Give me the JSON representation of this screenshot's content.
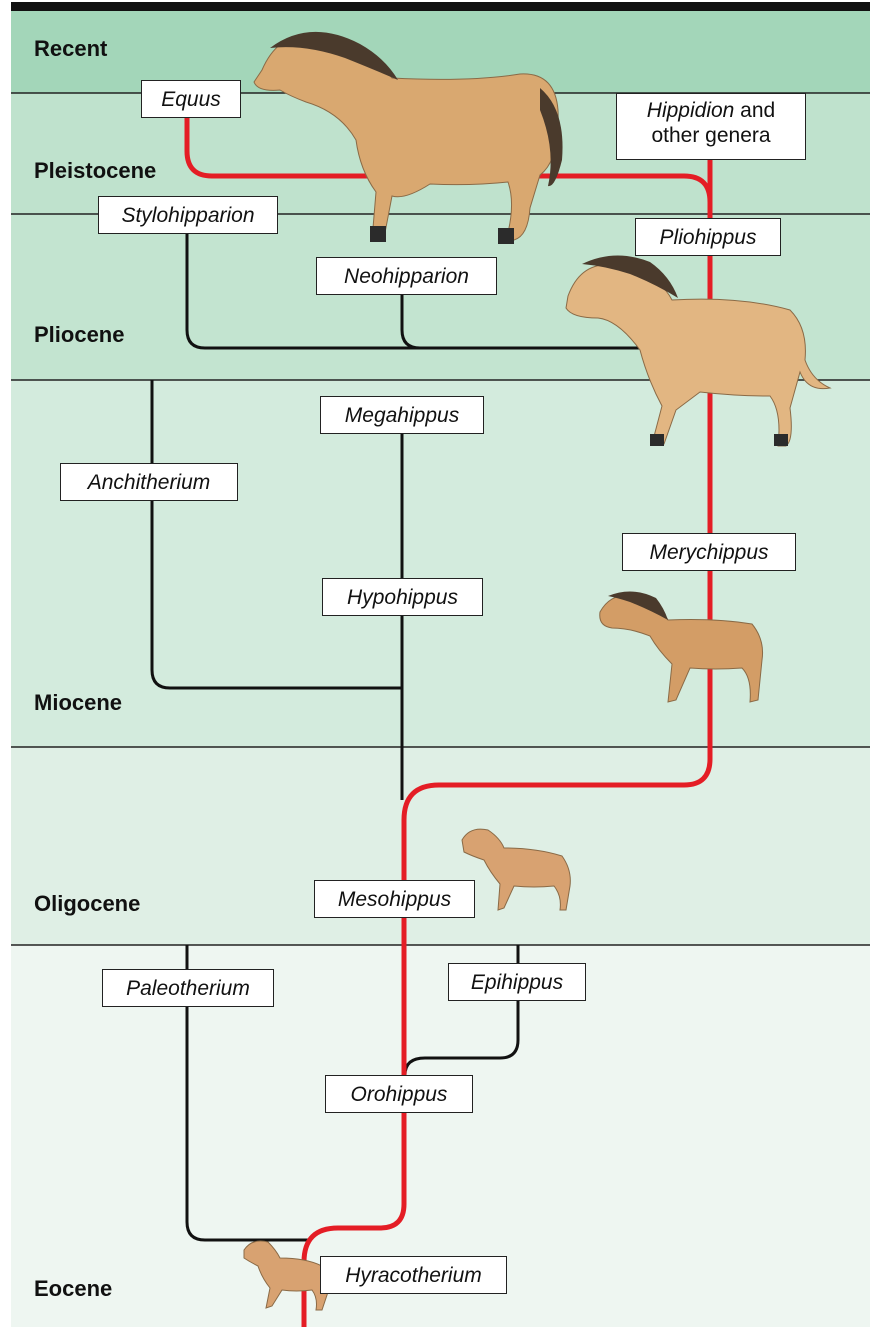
{
  "figure": {
    "epochs": [
      {
        "name": "Recent",
        "color": "#a3d6b9"
      },
      {
        "name": "Pleistocene",
        "color": "#bfe2cd"
      },
      {
        "name": "Pliocene",
        "color": "#c3e4d0"
      },
      {
        "name": "Miocene",
        "color": "#d3ebdd"
      },
      {
        "name": "Oligocene",
        "color": "#dfefe5"
      },
      {
        "name": "Eocene",
        "color": "#eef6f1"
      }
    ],
    "genera": {
      "equus": "Equus",
      "hippidion": "Hippidion",
      "hippidion_suffix": " and",
      "hippidion_line2": "other genera",
      "stylohipparion": "Stylohipparion",
      "pliohippus": "Pliohippus",
      "neohipparion": "Neohipparion",
      "megahippus": "Megahippus",
      "anchitherium": "Anchitherium",
      "merychippus": "Merychippus",
      "hypohippus": "Hypohippus",
      "mesohippus": "Mesohippus",
      "paleotherium": "Paleotherium",
      "epihippus": "Epihippus",
      "orohippus": "Orohippus",
      "hyracotherium": "Hyracotherium"
    },
    "colors": {
      "main_lineage": "#e41d25",
      "side_branch": "#111111",
      "horse_coat": "#d9a870",
      "horse_mane": "#4a3a2c",
      "hoof": "#2b2b2b"
    }
  }
}
